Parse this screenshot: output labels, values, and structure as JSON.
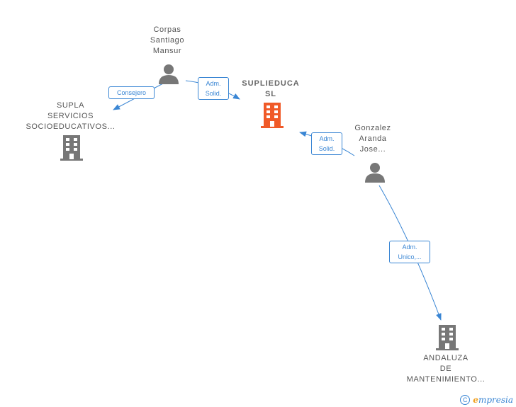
{
  "nodes": {
    "corpas": {
      "lines": [
        "Corpas",
        "Santiago",
        "Mansur"
      ],
      "type": "person"
    },
    "supla": {
      "lines": [
        "SUPLA",
        "SERVICIOS",
        "SOCIOEDUCATIVOS..."
      ],
      "type": "company"
    },
    "suplieduca": {
      "lines": [
        "SUPLIEDUCA",
        "SL"
      ],
      "type": "company",
      "highlight": true
    },
    "gonzalez": {
      "lines": [
        "Gonzalez",
        "Aranda",
        "Jose..."
      ],
      "type": "person"
    },
    "andaluza": {
      "lines": [
        "ANDALUZA",
        "DE",
        "MANTENIMIENTO..."
      ],
      "type": "company"
    }
  },
  "edges": [
    {
      "from": "corpas",
      "to": "supla",
      "lines": [
        "Consejero"
      ]
    },
    {
      "from": "corpas",
      "to": "suplieduca",
      "lines": [
        "Adm.",
        "Solid."
      ]
    },
    {
      "from": "gonzalez",
      "to": "suplieduca",
      "lines": [
        "Adm.",
        "Solid."
      ]
    },
    {
      "from": "gonzalez",
      "to": "andaluza",
      "lines": [
        "Adm.",
        "Unico,..."
      ]
    }
  ],
  "colors": {
    "edge": "#3a86d4",
    "node_icon": "#777777",
    "highlight_icon": "#f05a28"
  },
  "footer": {
    "copyright_symbol": "C",
    "brand_initial": "e",
    "brand_rest": "mpresia"
  }
}
